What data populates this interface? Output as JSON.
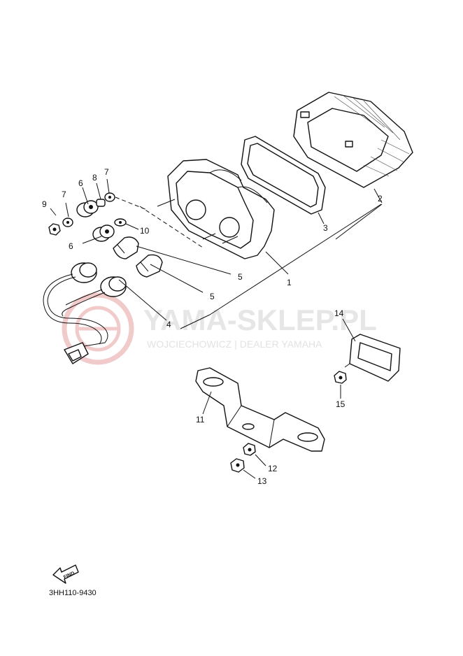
{
  "watermark": {
    "title": "YAMA-SKLEP.PL",
    "subtitle": "WOJCIECHOWICZ | DEALER YAMAHA"
  },
  "callouts": {
    "p1": "1",
    "p2": "2",
    "p3": "3",
    "p4": "4",
    "p5a": "5",
    "p5b": "5",
    "p6a": "6",
    "p6b": "6",
    "p7a": "7",
    "p7b": "7",
    "p8": "8",
    "p9": "9",
    "p10": "10",
    "p11": "11",
    "p12": "12",
    "p13": "13",
    "p14": "14",
    "p15": "15"
  },
  "find_label": "FIND",
  "diagram_code": "3HH110-9430",
  "colors": {
    "line": "#111111",
    "watermark_accent": "#e8a0a0",
    "watermark_text": "#e6e6e6"
  }
}
